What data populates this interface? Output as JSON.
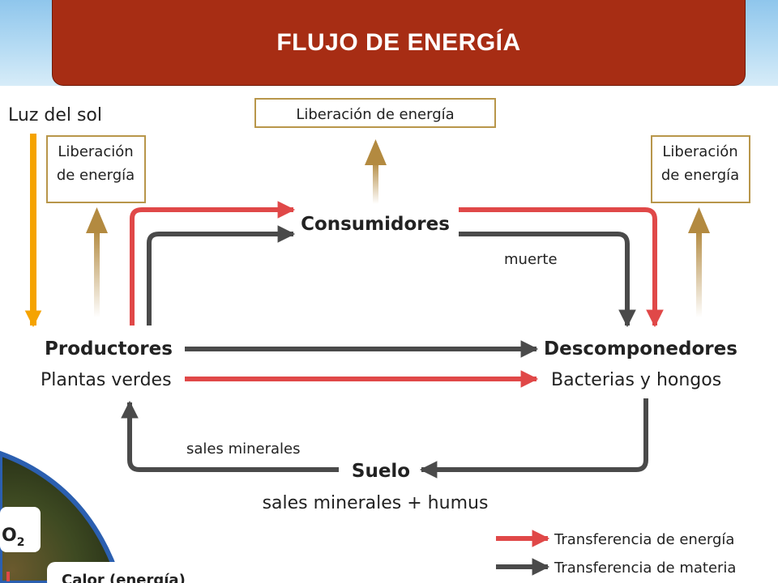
{
  "title": "FLUJO DE ENERGÍA",
  "diagram": {
    "sunlight": "Luz del sol",
    "release_left": [
      "Liberación",
      "de energía"
    ],
    "release_top": "Liberación de energía",
    "release_right": [
      "Liberación",
      "de energía"
    ],
    "consumers": "Consumidores",
    "death": "muerte",
    "producers": "Productores",
    "producers_sub": "Plantas verdes",
    "decomposers": "Descomponedores",
    "decomposers_sub": "Bacterias y hongos",
    "minerals": "sales minerales",
    "soil": "Suelo",
    "soil_sub": "sales minerales + humus"
  },
  "legend": {
    "energy": "Transferencia de energía",
    "matter": "Transferencia de materia"
  },
  "corner": {
    "o2": "O",
    "o2_sub": "2",
    "heat": "Calor (energía)"
  },
  "colors": {
    "banner": "#a72d14",
    "energy_arrow": "#e04848",
    "matter_arrow": "#4a4a4a",
    "sun_arrow": "#f5a300",
    "release_arrow": "#b38a40",
    "box_border": "#b8964a"
  }
}
